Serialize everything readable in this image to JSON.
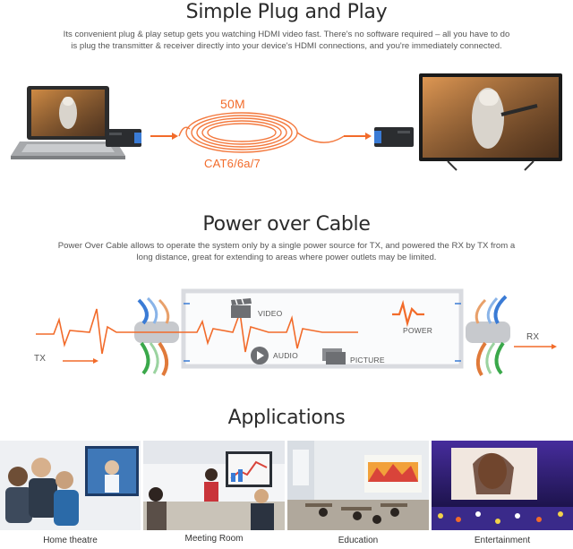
{
  "plug": {
    "title": "Simple Plug and Play",
    "description": "Its convenient plug & play setup gets you watching HDMI video fast. There's no software required – all you have to do is plug the transmitter & receiver directly into your device's HDMI connections, and you're immediately connected.",
    "distance_label": "50M",
    "cable_label": "CAT6/6a/7"
  },
  "power": {
    "title": "Power over Cable",
    "description": "Power Over Cable allows to operate the system only by a single power source for TX, and powered the RX by TX from a long distance, great for extending to areas where power outlets may be limited.",
    "tx_label": "TX",
    "rx_label": "RX",
    "video_label": "VIDEO",
    "audio_label": "AUDIO",
    "picture_label": "PICTURE",
    "power_label": "POWER"
  },
  "applications": {
    "title": "Applications",
    "items": [
      {
        "label": "Home theatre"
      },
      {
        "label": "Meeting Room"
      },
      {
        "label": "Education"
      },
      {
        "label": "Entertainment"
      }
    ]
  },
  "colors": {
    "accent_orange": "#f26b2a",
    "heading": "#2b2b2b",
    "body_text": "#555555"
  }
}
